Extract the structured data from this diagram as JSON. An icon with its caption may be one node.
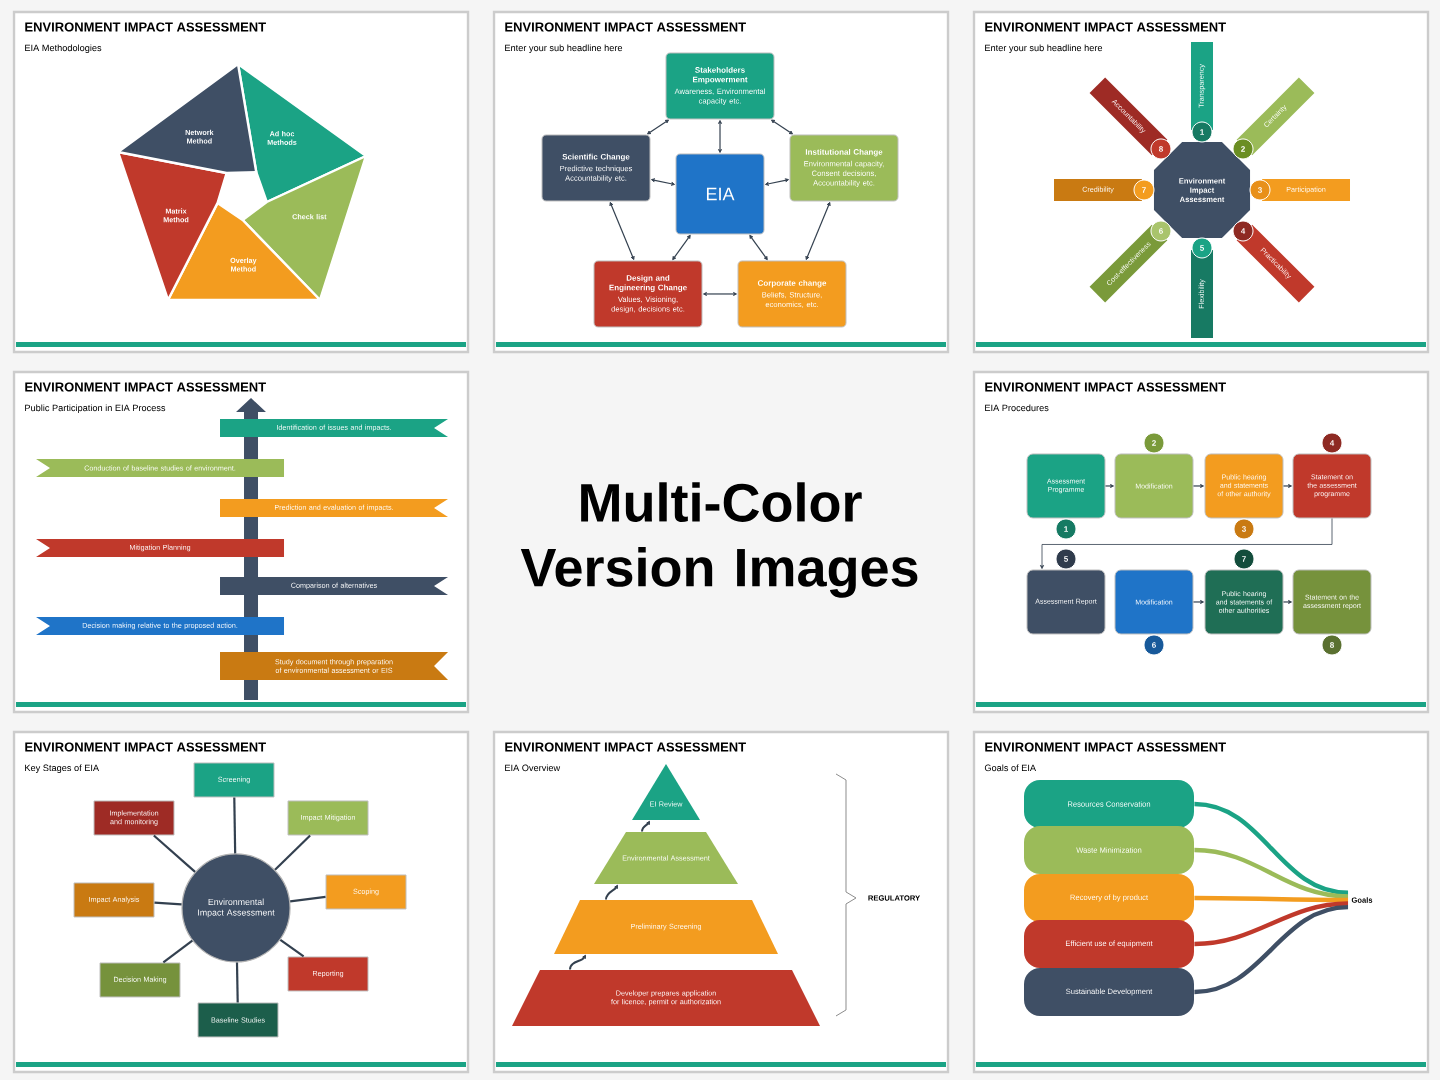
{
  "diagram": {
    "nodes": [
      {
        "text": [
          "ENVIRONMENT IMPACT ASSESSMENT",
          "EIA Methodologies"
        ]
      },
      {
        "text": [
          "Ad hoc Methods"
        ],
        "in": 0
      },
      {
        "text": [
          "Check list"
        ],
        "in": 0
      },
      {
        "text": [
          "Overlay Method"
        ],
        "in": 0
      },
      {
        "text": [
          "Matrix Method"
        ],
        "in": 0
      },
      {
        "text": [
          "Network Method"
        ],
        "in": 0
      },
      {
        "text": [
          "ENVIRONMENT IMPACT ASSESSMENT",
          "Enter your sub headline here"
        ]
      },
      {
        "text": [
          "Stakeholders Empowerment",
          "Awareness, Environmental capacity etc."
        ],
        "in": 6
      },
      {
        "text": [
          "Scientific Change",
          "Predictive techniques Accountability etc."
        ],
        "in": 6
      },
      {
        "text": [
          "EIA"
        ],
        "in": 6
      },
      {
        "text": [
          "Institutional Change",
          "Environmental capacity, Consent decisions, Accountability etc."
        ],
        "in": 6
      },
      {
        "text": [
          "Design and Engineering Change",
          "Values, Visioning, design, decisions etc."
        ],
        "in": 6
      },
      {
        "text": [
          "Corporate change",
          "Beliefs, Structure, economics, etc."
        ],
        "in": 6
      },
      {
        "text": [
          "ENVIRONMENT IMPACT ASSESSMENT",
          "Enter your sub headline here"
        ]
      },
      {
        "text": [
          "Environment Impact Assessment"
        ],
        "in": 13
      },
      {
        "text": [
          "Transparency"
        ],
        "in": 13,
        "beside": [
          "1"
        ]
      },
      {
        "text": [
          "Certainty"
        ],
        "in": 13,
        "beside": [
          "2"
        ]
      },
      {
        "text": [
          "Participation"
        ],
        "in": 13,
        "beside": [
          "3"
        ]
      },
      {
        "text": [
          "Practicability"
        ],
        "in": 13,
        "beside": [
          "4"
        ]
      },
      {
        "text": [
          "Flexibility"
        ],
        "in": 13,
        "beside": [
          "5"
        ]
      },
      {
        "text": [
          "Cost-effectiveness"
        ],
        "in": 13,
        "beside": [
          "6"
        ]
      },
      {
        "text": [
          "Credibility"
        ],
        "in": 13,
        "beside": [
          "7"
        ]
      },
      {
        "text": [
          "Accountability"
        ],
        "in": 13,
        "beside": [
          "8"
        ]
      },
      {
        "text": [
          "ENVIRONMENT IMPACT ASSESSMENT",
          "Public Participation in EIA Process"
        ]
      },
      {
        "text": [
          "Identification of issues and impacts."
        ],
        "in": 23
      },
      {
        "text": [
          "Conduction of baseline studies of environment."
        ],
        "in": 23
      },
      {
        "text": [
          "Prediction and evaluation of impacts."
        ],
        "in": 23
      },
      {
        "text": [
          "Mitigation Planning"
        ],
        "in": 23
      },
      {
        "text": [
          "Comparison of alternatives"
        ],
        "in": 23
      },
      {
        "text": [
          "Decision making relative to the proposed action."
        ],
        "in": 23
      },
      {
        "text": [
          "Study document through preparation of environmental assessment or EIS"
        ],
        "in": 23
      },
      {
        "text": [
          "ENVIRONMENT IMPACT ASSESSMENT",
          "EIA Procedures"
        ]
      },
      {
        "text": [
          "Assessment Programme"
        ],
        "in": 31,
        "beside": [
          "1"
        ]
      },
      {
        "text": [
          "Modification"
        ],
        "in": 31,
        "beside": [
          "2"
        ]
      },
      {
        "text": [
          "Public hearing and statements of other authority"
        ],
        "in": 31,
        "beside": [
          "3"
        ]
      },
      {
        "text": [
          "Statement on the assessment programme"
        ],
        "in": 31,
        "beside": [
          "4"
        ]
      },
      {
        "text": [
          "Assessment Report"
        ],
        "in": 31,
        "beside": [
          "5"
        ]
      },
      {
        "text": [
          "Modification"
        ],
        "in": 31,
        "beside": [
          "6"
        ]
      },
      {
        "text": [
          "Public hearing and statements of other authorities"
        ],
        "in": 31,
        "beside": [
          "7"
        ]
      },
      {
        "text": [
          "Statement on the assessment report"
        ],
        "in": 31,
        "beside": [
          "8"
        ]
      },
      {
        "text": [
          "ENVIRONMENT IMPACT ASSESSMENT",
          "Key Stages of EIA"
        ]
      },
      {
        "text": [
          "Environmental Impact Assessment"
        ],
        "in": 40
      },
      {
        "text": [
          "Screening"
        ],
        "in": 40
      },
      {
        "text": [
          "Impact Mitigation"
        ],
        "in": 40
      },
      {
        "text": [
          "Scoping"
        ],
        "in": 40
      },
      {
        "text": [
          "Reporting"
        ],
        "in": 40
      },
      {
        "text": [
          "Baseline Studies"
        ],
        "in": 40
      },
      {
        "text": [
          "Decision Making"
        ],
        "in": 40
      },
      {
        "text": [
          "Impact Analysis"
        ],
        "in": 40
      },
      {
        "text": [
          "Implementation and monitoring"
        ],
        "in": 40
      },
      {
        "text": [
          "ENVIRONMENT IMPACT ASSESSMENT",
          "EIA Overview"
        ]
      },
      {
        "text": [
          "EI Review"
        ],
        "in": 50
      },
      {
        "text": [
          "Environmental Assessment"
        ],
        "in": 50
      },
      {
        "text": [
          "Preliminary Screening"
        ],
        "in": 50
      },
      {
        "text": [
          "Developer prepares application for licence, permit or authorization"
        ],
        "in": 50
      },
      {
        "text": [
          "ENVIRONMENT IMPACT ASSESSMENT",
          "Goals of EIA"
        ]
      },
      {
        "text": [
          "Resources Conservation"
        ],
        "in": 55
      },
      {
        "text": [
          "Waste Minimization"
        ],
        "in": 55
      },
      {
        "text": [
          "Recovery of by product"
        ],
        "in": 55
      },
      {
        "text": [
          "Efficient use of equipment"
        ],
        "in": 55
      },
      {
        "text": [
          "Sustainable Development"
        ],
        "in": 55
      },
      {
        "text": [
          "Goals"
        ],
        "in": 55
      }
    ],
    "edges": [
      {
        "from": 9,
        "to": 7,
        "arrow": "both"
      },
      {
        "from": 9,
        "to": 8,
        "arrow": "both"
      },
      {
        "from": 9,
        "to": 10,
        "arrow": "both"
      },
      {
        "from": 9,
        "to": 11,
        "arrow": "both"
      },
      {
        "from": 9,
        "to": 12,
        "arrow": "both"
      },
      {
        "from": 7,
        "to": 10,
        "arrow": "both"
      },
      {
        "from": 10,
        "to": 12,
        "arrow": "both"
      },
      {
        "from": 12,
        "to": 11,
        "arrow": "both"
      },
      {
        "from": 11,
        "to": 8,
        "arrow": "both"
      },
      {
        "from": 8,
        "to": 7,
        "arrow": "both"
      },
      {
        "from": 32,
        "to": 33,
        "arrow": "to"
      },
      {
        "from": 33,
        "to": 34,
        "arrow": "to"
      },
      {
        "from": 34,
        "to": 35,
        "arrow": "to"
      },
      {
        "from": 35,
        "to": 36,
        "arrow": "to"
      },
      {
        "from": 37,
        "to": 38,
        "arrow": "to"
      },
      {
        "from": 38,
        "to": 39,
        "arrow": "to"
      },
      {
        "from": 41,
        "to": 42,
        "arrow": "none"
      },
      {
        "from": 41,
        "to": 43,
        "arrow": "none"
      },
      {
        "from": 41,
        "to": 44,
        "arrow": "none"
      },
      {
        "from": 41,
        "to": 45,
        "arrow": "none"
      },
      {
        "from": 41,
        "to": 46,
        "arrow": "none"
      },
      {
        "from": 41,
        "to": 47,
        "arrow": "none"
      },
      {
        "from": 41,
        "to": 48,
        "arrow": "none"
      },
      {
        "from": 41,
        "to": 49,
        "arrow": "none"
      },
      {
        "from": 54,
        "to": 53,
        "arrow": "to"
      },
      {
        "from": 53,
        "to": 52,
        "arrow": "to"
      },
      {
        "from": 52,
        "to": 51,
        "arrow": "to"
      },
      {
        "from": 56,
        "to": 61,
        "arrow": "none",
        "style": "thick",
        "color": "#1ba385"
      },
      {
        "from": 57,
        "to": 61,
        "arrow": "none",
        "style": "thick",
        "color": "#9bbb59"
      },
      {
        "from": 58,
        "to": 61,
        "arrow": "none",
        "style": "thick",
        "color": "#f39c1f"
      },
      {
        "from": 59,
        "to": 61,
        "arrow": "none",
        "style": "thick",
        "color": "#c0392b"
      },
      {
        "from": 60,
        "to": 61,
        "arrow": "none",
        "style": "thick",
        "color": "#3f4f65"
      }
    ],
    "labels": [
      "Multi-Color Version Images",
      "REGULATORY"
    ]
  }
}
